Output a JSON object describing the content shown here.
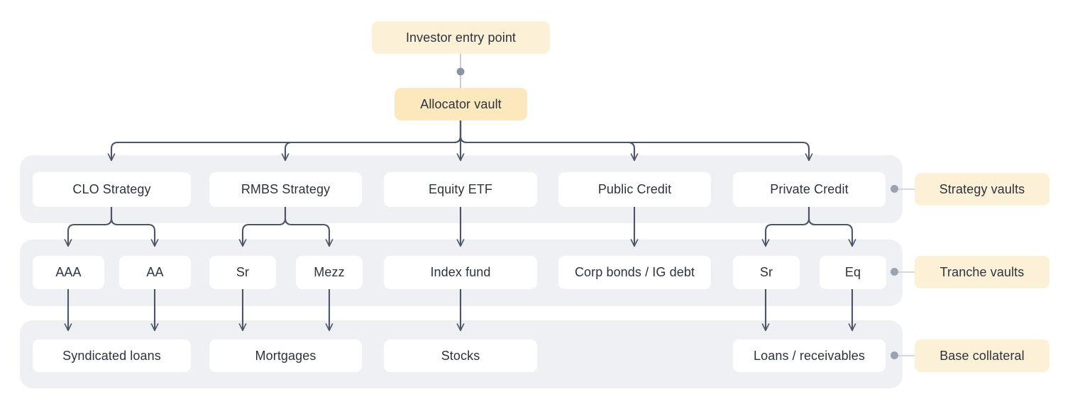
{
  "diagram": {
    "title": "Investor entry point",
    "top": {
      "entry": {
        "label": "Investor entry point"
      },
      "allocator": {
        "label": "Allocator vault"
      }
    },
    "row_labels": {
      "strategy": "Strategy vaults",
      "tranche": "Tranche vaults",
      "collateral": "Base collateral"
    },
    "strategy_vaults": [
      {
        "label": "CLO Strategy"
      },
      {
        "label": "RMBS Strategy"
      },
      {
        "label": "Equity ETF"
      },
      {
        "label": "Public Credit"
      },
      {
        "label": "Private Credit"
      }
    ],
    "tranche_vaults": [
      {
        "label": "AAA"
      },
      {
        "label": "AA"
      },
      {
        "label": "Sr"
      },
      {
        "label": "Mezz"
      },
      {
        "label": "Index fund"
      },
      {
        "label": "Corp bonds / IG debt"
      },
      {
        "label": "Sr"
      },
      {
        "label": "Eq"
      }
    ],
    "base_collateral": [
      {
        "label": "Syndicated loans"
      },
      {
        "label": "Mortgages"
      },
      {
        "label": "Stocks"
      },
      {
        "label": "Loans / receivables"
      }
    ],
    "colors": {
      "band": "#eef0f4",
      "node": "#ffffff",
      "accent_cream": "#fcf1d6",
      "accent_cream_deep": "#fbe8bd",
      "edge": "#4b5565",
      "text": "#2c3340",
      "dot": "#9aa2b1"
    }
  }
}
